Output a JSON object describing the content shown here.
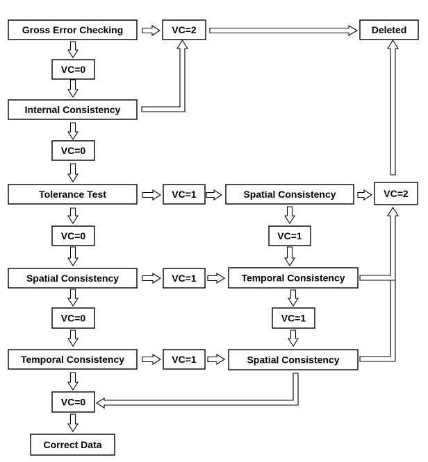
{
  "nodes": {
    "gross_error_checking": "Gross Error Checking",
    "vc2_top": "VC=2",
    "deleted": "Deleted",
    "vc0_after_gross": "VC=0",
    "internal_consistency": "Internal Consistency",
    "vc0_after_internal": "VC=0",
    "tolerance_test": "Tolerance Test",
    "vc1_after_tolerance": "VC=1",
    "spatial_consistency_right": "Spatial Consistency",
    "vc2_right": "VC=2",
    "vc0_after_tolerance": "VC=0",
    "vc1_after_spatial_right": "VC=1",
    "spatial_consistency_left": "Spatial Consistency",
    "vc1_after_spatial_left": "VC=1",
    "temporal_consistency_right": "Temporal Consistency",
    "vc0_after_spatial_left": "VC=0",
    "vc1_after_temporal_right": "VC=1",
    "temporal_consistency_left": "Temporal Consistency",
    "vc1_after_temporal_left": "VC=1",
    "spatial_consistency_bottom": "Spatial Consistency",
    "vc0_final": "VC=0",
    "correct_data": "Correct Data"
  }
}
